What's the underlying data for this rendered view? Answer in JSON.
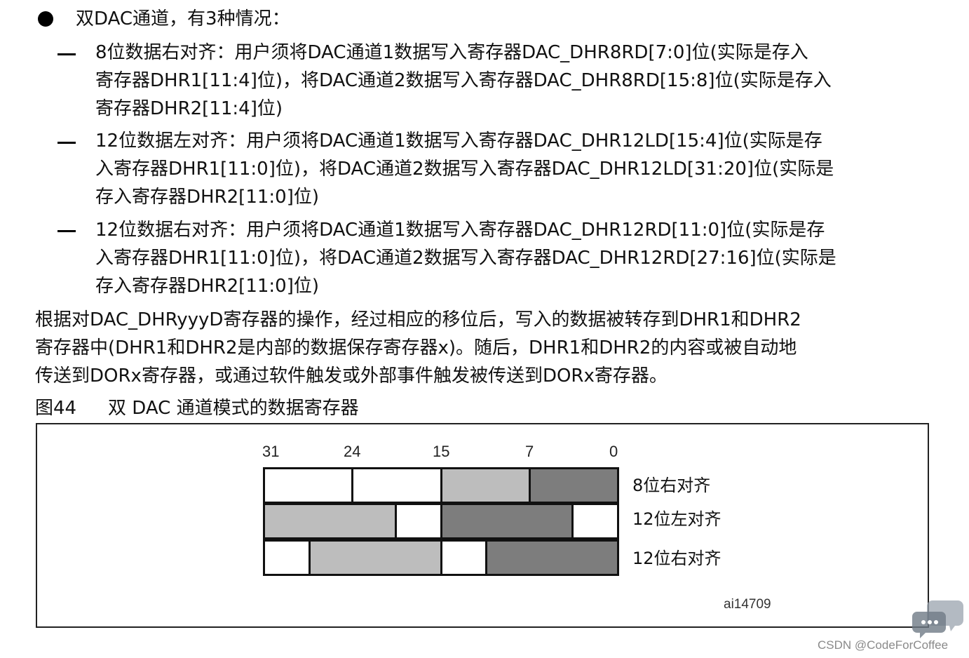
{
  "heading": "双DAC通道，有3种情况：",
  "items": [
    {
      "lines": [
        "8位数据右对齐：用户须将DAC通道1数据写入寄存器DAC_DHR8RD[7:0]位(实际是存入",
        "寄存器DHR1[11:4]位)，将DAC通道2数据写入寄存器DAC_DHR8RD[15:8]位(实际是存入",
        "寄存器DHR2[11:4]位)"
      ]
    },
    {
      "lines": [
        "12位数据左对齐：用户须将DAC通道1数据写入寄存器DAC_DHR12LD[15:4]位(实际是存",
        "入寄存器DHR1[11:0]位)，将DAC通道2数据写入寄存器DAC_DHR12LD[31:20]位(实际是",
        "存入寄存器DHR2[11:0]位)"
      ]
    },
    {
      "lines": [
        "12位数据右对齐：用户须将DAC通道1数据写入寄存器DAC_DHR12RD[11:0]位(实际是存",
        "入寄存器DHR1[11:0]位)，将DAC通道2数据写入寄存器DAC_DHR12RD[27:16]位(实际是",
        "存入寄存器DHR2[11:0]位)"
      ]
    }
  ],
  "paragraph": {
    "lines": [
      "根据对DAC_DHRyyyD寄存器的操作，经过相应的移位后，写入的数据被转存到DHR1和DHR2",
      "寄存器中(DHR1和DHR2是内部的数据保存寄存器x)。随后，DHR1和DHR2的内容或被自动地",
      "传送到DORx寄存器，或通过软件触发或外部事件触发被传送到DORx寄存器。"
    ]
  },
  "figure": {
    "caption_number": "图44",
    "caption_title": "双 DAC 通道模式的数据寄存器",
    "bit_labels": [
      "31",
      "24",
      "15",
      "7",
      "0"
    ],
    "rows": [
      {
        "label": "8位右对齐",
        "segments": [
          {
            "bits": 8,
            "fill": "white"
          },
          {
            "bits": 8,
            "fill": "white"
          },
          {
            "bits": 8,
            "fill": "light"
          },
          {
            "bits": 8,
            "fill": "dark"
          }
        ]
      },
      {
        "label": "12位左对齐",
        "segments": [
          {
            "bits": 12,
            "fill": "light"
          },
          {
            "bits": 4,
            "fill": "white"
          },
          {
            "bits": 12,
            "fill": "dark"
          },
          {
            "bits": 4,
            "fill": "white"
          }
        ]
      },
      {
        "label": "12位右对齐",
        "segments": [
          {
            "bits": 4,
            "fill": "white"
          },
          {
            "bits": 12,
            "fill": "light"
          },
          {
            "bits": 4,
            "fill": "white"
          },
          {
            "bits": 12,
            "fill": "dark"
          }
        ]
      }
    ],
    "colors": {
      "white": "#ffffff",
      "light": "#bdbdbd",
      "dark": "#7d7d7d",
      "border": "#111111"
    },
    "figure_id": "ai14709"
  },
  "watermark": {
    "text": "CSDN @CodeForCoffee",
    "icon": "chat-bubble-icon"
  }
}
